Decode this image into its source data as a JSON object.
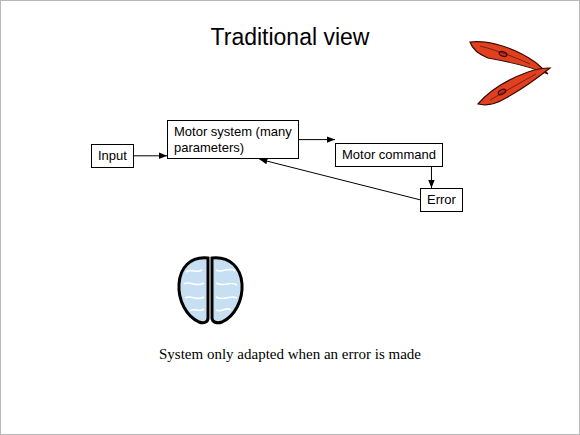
{
  "diagram": {
    "title": "Traditional view",
    "caption": "System only adapted when an error is made",
    "nodes": [
      {
        "text": [
          "Input"
        ]
      },
      {
        "text": [
          "Motor system (many parameters)"
        ]
      },
      {
        "text": [
          "Motor command"
        ]
      },
      {
        "text": [
          "Error"
        ]
      }
    ],
    "edges": [
      {
        "from": 0,
        "to": 1,
        "arrow": "to"
      },
      {
        "from": 1,
        "to": 2,
        "arrow": "to"
      },
      {
        "from": 2,
        "to": 3,
        "arrow": "to"
      },
      {
        "from": 3,
        "to": 1,
        "arrow": "to"
      }
    ]
  }
}
